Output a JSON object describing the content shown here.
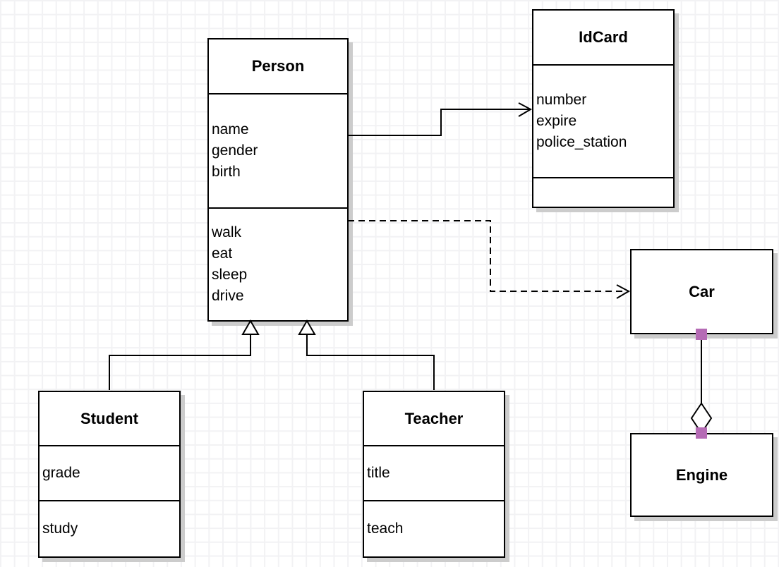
{
  "classes": {
    "person": {
      "title": "Person",
      "attributes": [
        "name",
        "gender",
        "birth"
      ],
      "methods": [
        "walk",
        "eat",
        "sleep",
        "drive"
      ]
    },
    "idcard": {
      "title": "IdCard",
      "attributes": [
        "number",
        "expire",
        "police_station"
      ],
      "methods": []
    },
    "car": {
      "title": "Car"
    },
    "engine": {
      "title": "Engine"
    },
    "student": {
      "title": "Student",
      "attributes": [
        "grade"
      ],
      "methods": [
        "study"
      ]
    },
    "teacher": {
      "title": "Teacher",
      "attributes": [
        "title"
      ],
      "methods": [
        "teach"
      ]
    }
  },
  "relationships": [
    {
      "type": "association",
      "from": "Person",
      "to": "IdCard",
      "line": "solid",
      "arrow": "open"
    },
    {
      "type": "dependency",
      "from": "Person",
      "to": "Car",
      "line": "dashed",
      "arrow": "open"
    },
    {
      "type": "inheritance",
      "from": "Student",
      "to": "Person",
      "marker": "hollow-triangle"
    },
    {
      "type": "inheritance",
      "from": "Teacher",
      "to": "Person",
      "marker": "hollow-triangle"
    },
    {
      "type": "aggregation",
      "from": "Engine",
      "to": "Car",
      "marker": "hollow-diamond",
      "selected": true
    }
  ],
  "colors": {
    "line": "#000000",
    "handle": "#b56bb5",
    "grid": "#f2f2f4",
    "shadow": "#cccccc",
    "background": "#ffffff"
  }
}
